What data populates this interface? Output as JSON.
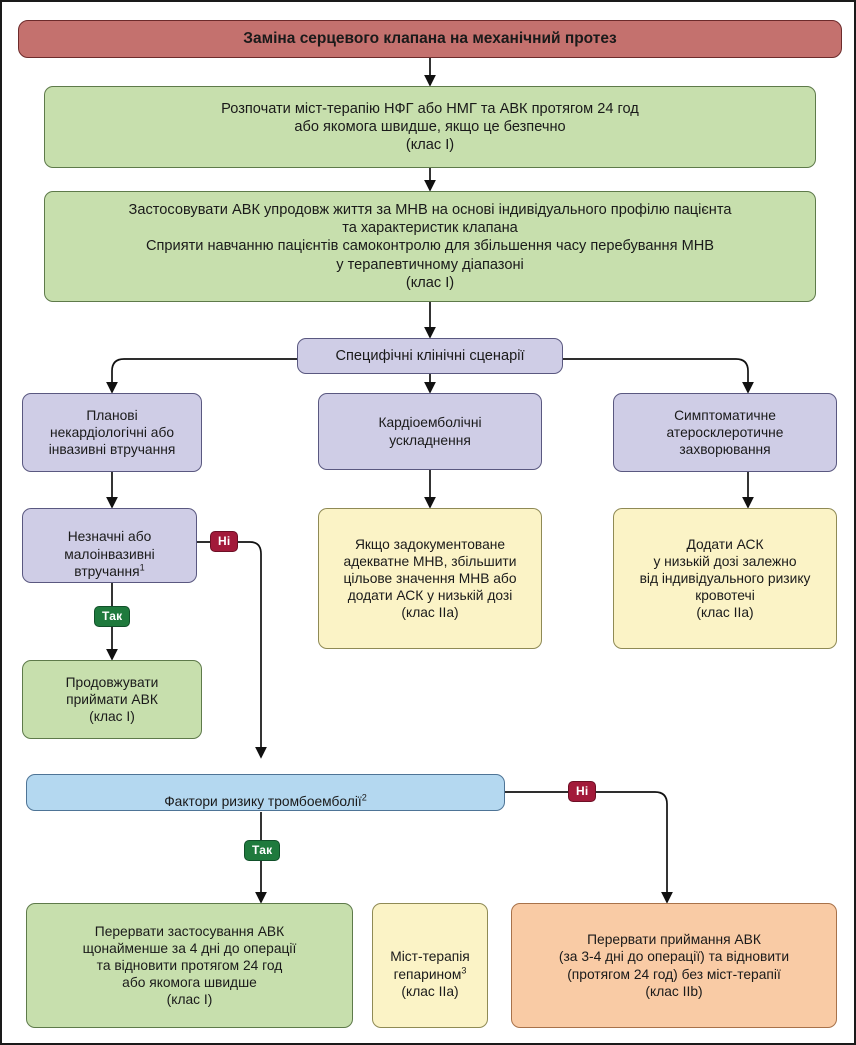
{
  "diagram": {
    "title": "Заміна серцевого клапана на механічний протез",
    "language": "uk",
    "colors": {
      "header_red": "#c4716e",
      "green": "#c7dfad",
      "purple": "#cfcde6",
      "yellow": "#fbf3c6",
      "blue": "#b4d8f0",
      "orange": "#f9cba5",
      "badge_yes_green": "#1f7a3d",
      "badge_no_red": "#a21a3a",
      "border": "#3a3a3a",
      "page_border": "#1a1a1a"
    }
  },
  "nodes": {
    "header": {
      "label": "Заміна серцевого клапана на механічний протез",
      "color": "header_red"
    },
    "bridge_therapy": {
      "label": "Розпочати міст-терапію НФГ або НМГ та АВК протягом 24 год\nабо якомога швидше, якщо це безпечно\n(клас I)",
      "color": "green"
    },
    "lifelong_vka": {
      "label": "Застосовувати АВК упродовж життя за МНВ на основі індивідуального профілю пацієнта\nта характеристик клапана\nСприяти навчанню пацієнтів самоконтролю для збільшення часу перебування МНВ\nу терапевтичному діапазоні\n(клас I)",
      "color": "green"
    },
    "specific_scenarios": {
      "label": "Специфічні клінічні сценарії",
      "color": "purple"
    },
    "planned_interventions": {
      "label": "Планові\nнекардіологічні або\nінвазивні втручання",
      "color": "purple"
    },
    "cardioembolic": {
      "label": "Кардіоемболічні\nускладнення",
      "color": "purple"
    },
    "symptomatic_athero": {
      "label": "Симптоматичне\nатеросклеротичне\nзахворювання",
      "color": "purple"
    },
    "minor_invasive": {
      "label_pre": "Незначні або\nмалоінвазивні\nвтручання",
      "label_sup": "1",
      "color": "purple"
    },
    "continue_vka": {
      "label": "Продовжувати\nприймати АВК\n(клас I)",
      "color": "green"
    },
    "inr_increase": {
      "label": "Якщо задокументоване\nадекватне МНВ, збільшити\nцільове значення МНВ або\nдодати АСК у низькій дозі\n(клас IIa)",
      "color": "yellow"
    },
    "add_asa": {
      "label": "Додати АСК\nу низькій дозі залежно\nвід індивідуального ризику\nкровотечі\n(клас IIa)",
      "color": "yellow"
    },
    "thromboembolism_risk": {
      "label_pre": "Фактори ризику тромбоемболії",
      "label_sup": "2",
      "color": "blue"
    },
    "interrupt_vka_4days": {
      "label": "Перервати застосування АВК\nщонайменше за 4 дні до операції\nта відновити протягом 24 год\nабо якомога швидше\n(клас I)",
      "color": "green"
    },
    "heparin_bridge": {
      "label_pre": "Міст-терапія\nгепарином",
      "label_sup": "3",
      "label_post": "\n(клас IIa)",
      "color": "yellow"
    },
    "interrupt_vka_no_bridge": {
      "label": "Перервати приймання АВК\n(за 3-4 дні до операції) та відновити\n(протягом 24 год) без міст-терапії\n(клас IIb)",
      "color": "orange"
    }
  },
  "badges": {
    "yes_minor": "Так",
    "no_minor": "Ні",
    "yes_risk": "Так",
    "no_risk": "Ні"
  }
}
